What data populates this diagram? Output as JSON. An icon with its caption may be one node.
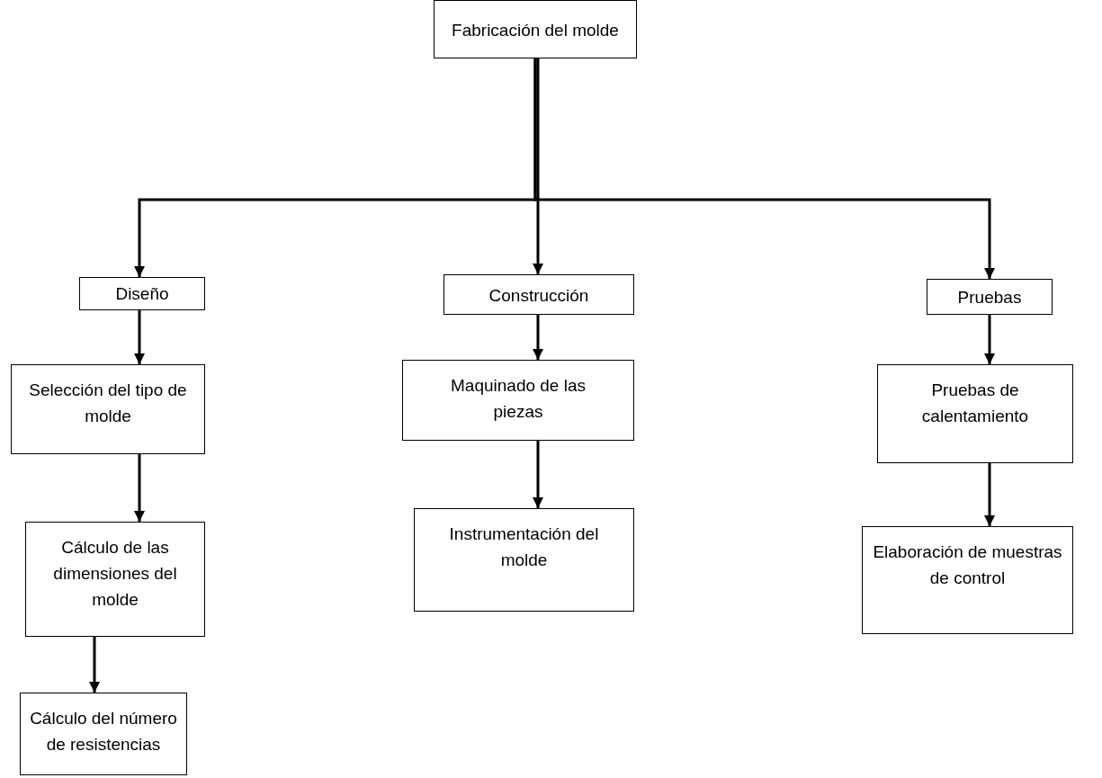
{
  "diagram": {
    "nodes": [
      {
        "text": [
          "Fabricación del molde"
        ]
      },
      {
        "text": [
          "Diseño"
        ]
      },
      {
        "text": [
          "Construcción"
        ]
      },
      {
        "text": [
          "Pruebas"
        ]
      },
      {
        "text": [
          "Selección del tipo de molde"
        ]
      },
      {
        "text": [
          "Maquinado de las piezas"
        ]
      },
      {
        "text": [
          "Pruebas de calentamiento"
        ]
      },
      {
        "text": [
          "Cálculo de las dimensiones del molde"
        ]
      },
      {
        "text": [
          "Instrumentación del molde"
        ]
      },
      {
        "text": [
          "Elaboración de muestras de control"
        ]
      },
      {
        "text": [
          "Cálculo del número de resistencias"
        ]
      }
    ],
    "edges": [
      {
        "from": 0,
        "to": 1,
        "arrow": "to"
      },
      {
        "from": 0,
        "to": 2,
        "arrow": "to"
      },
      {
        "from": 0,
        "to": 3,
        "arrow": "to"
      },
      {
        "from": 1,
        "to": 4,
        "arrow": "to"
      },
      {
        "from": 4,
        "to": 7,
        "arrow": "to"
      },
      {
        "from": 7,
        "to": 10,
        "arrow": "to"
      },
      {
        "from": 2,
        "to": 5,
        "arrow": "to"
      },
      {
        "from": 5,
        "to": 8,
        "arrow": "to"
      },
      {
        "from": 3,
        "to": 6,
        "arrow": "to"
      },
      {
        "from": 6,
        "to": 9,
        "arrow": "to"
      }
    ]
  }
}
